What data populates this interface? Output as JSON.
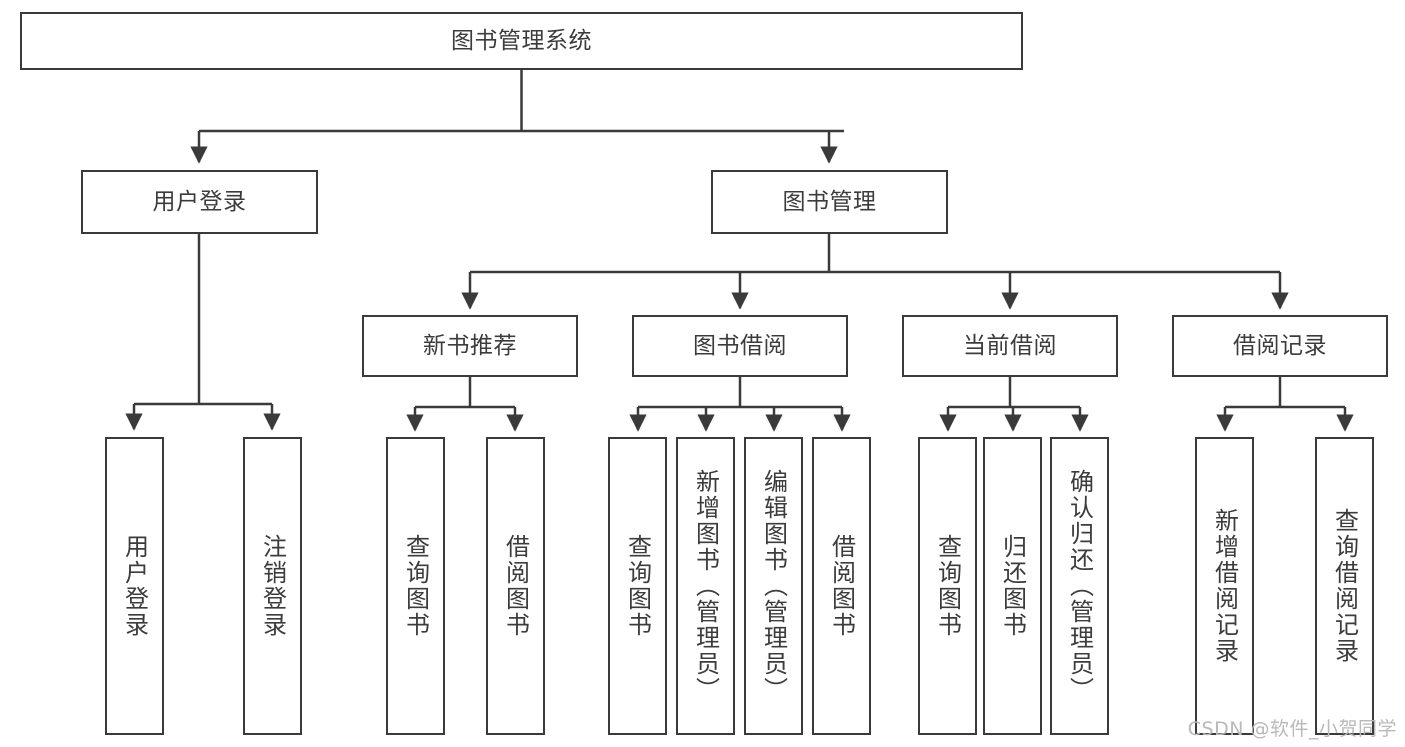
{
  "diagram": {
    "title_node": {
      "label": "图书管理系统"
    },
    "level2": [
      {
        "label": "用户登录"
      },
      {
        "label": "图书管理"
      }
    ],
    "level3": [
      {
        "label": "新书推荐"
      },
      {
        "label": "图书借阅"
      },
      {
        "label": "当前借阅"
      },
      {
        "label": "借阅记录"
      }
    ],
    "leaves": [
      {
        "label": "用户登录"
      },
      {
        "label": "注销登录"
      },
      {
        "label": "查询图书"
      },
      {
        "label": "借阅图书"
      },
      {
        "label": "查询图书"
      },
      {
        "label": "新增图书（管理员）"
      },
      {
        "label": "编辑图书（管理员）"
      },
      {
        "label": "借阅图书"
      },
      {
        "label": "查询图书"
      },
      {
        "label": "归还图书"
      },
      {
        "label": "确认归还（管理员）"
      },
      {
        "label": "新增借阅记录"
      },
      {
        "label": "查询借阅记录"
      }
    ]
  },
  "watermark": {
    "text": "CSDN @软件_小贺同学"
  },
  "colors": {
    "border": "#3a3a3a",
    "text": "#3c3c3c",
    "background": "#ffffff",
    "watermark": "#b9b9b9"
  }
}
